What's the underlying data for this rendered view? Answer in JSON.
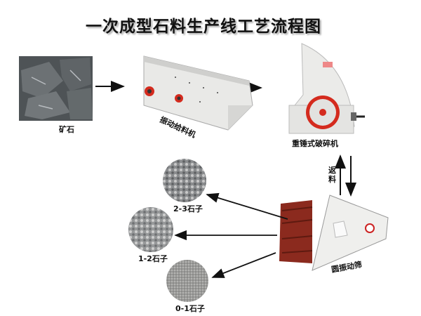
{
  "title": "一次成型石料生产线工艺流程图",
  "nodes": {
    "ore": "矿石",
    "feeder": "振动给料机",
    "crusher": "重锤式破碎机",
    "screen": "圆振动筛",
    "return": "返料",
    "product_large": "2-3石子",
    "product_medium": "1-2石子",
    "product_small": "0-1石子"
  },
  "colors": {
    "steel": "#e8e8e6",
    "frame": "#8b2a1e",
    "wheel": "#d42b1e",
    "rock": "#555a5e"
  }
}
